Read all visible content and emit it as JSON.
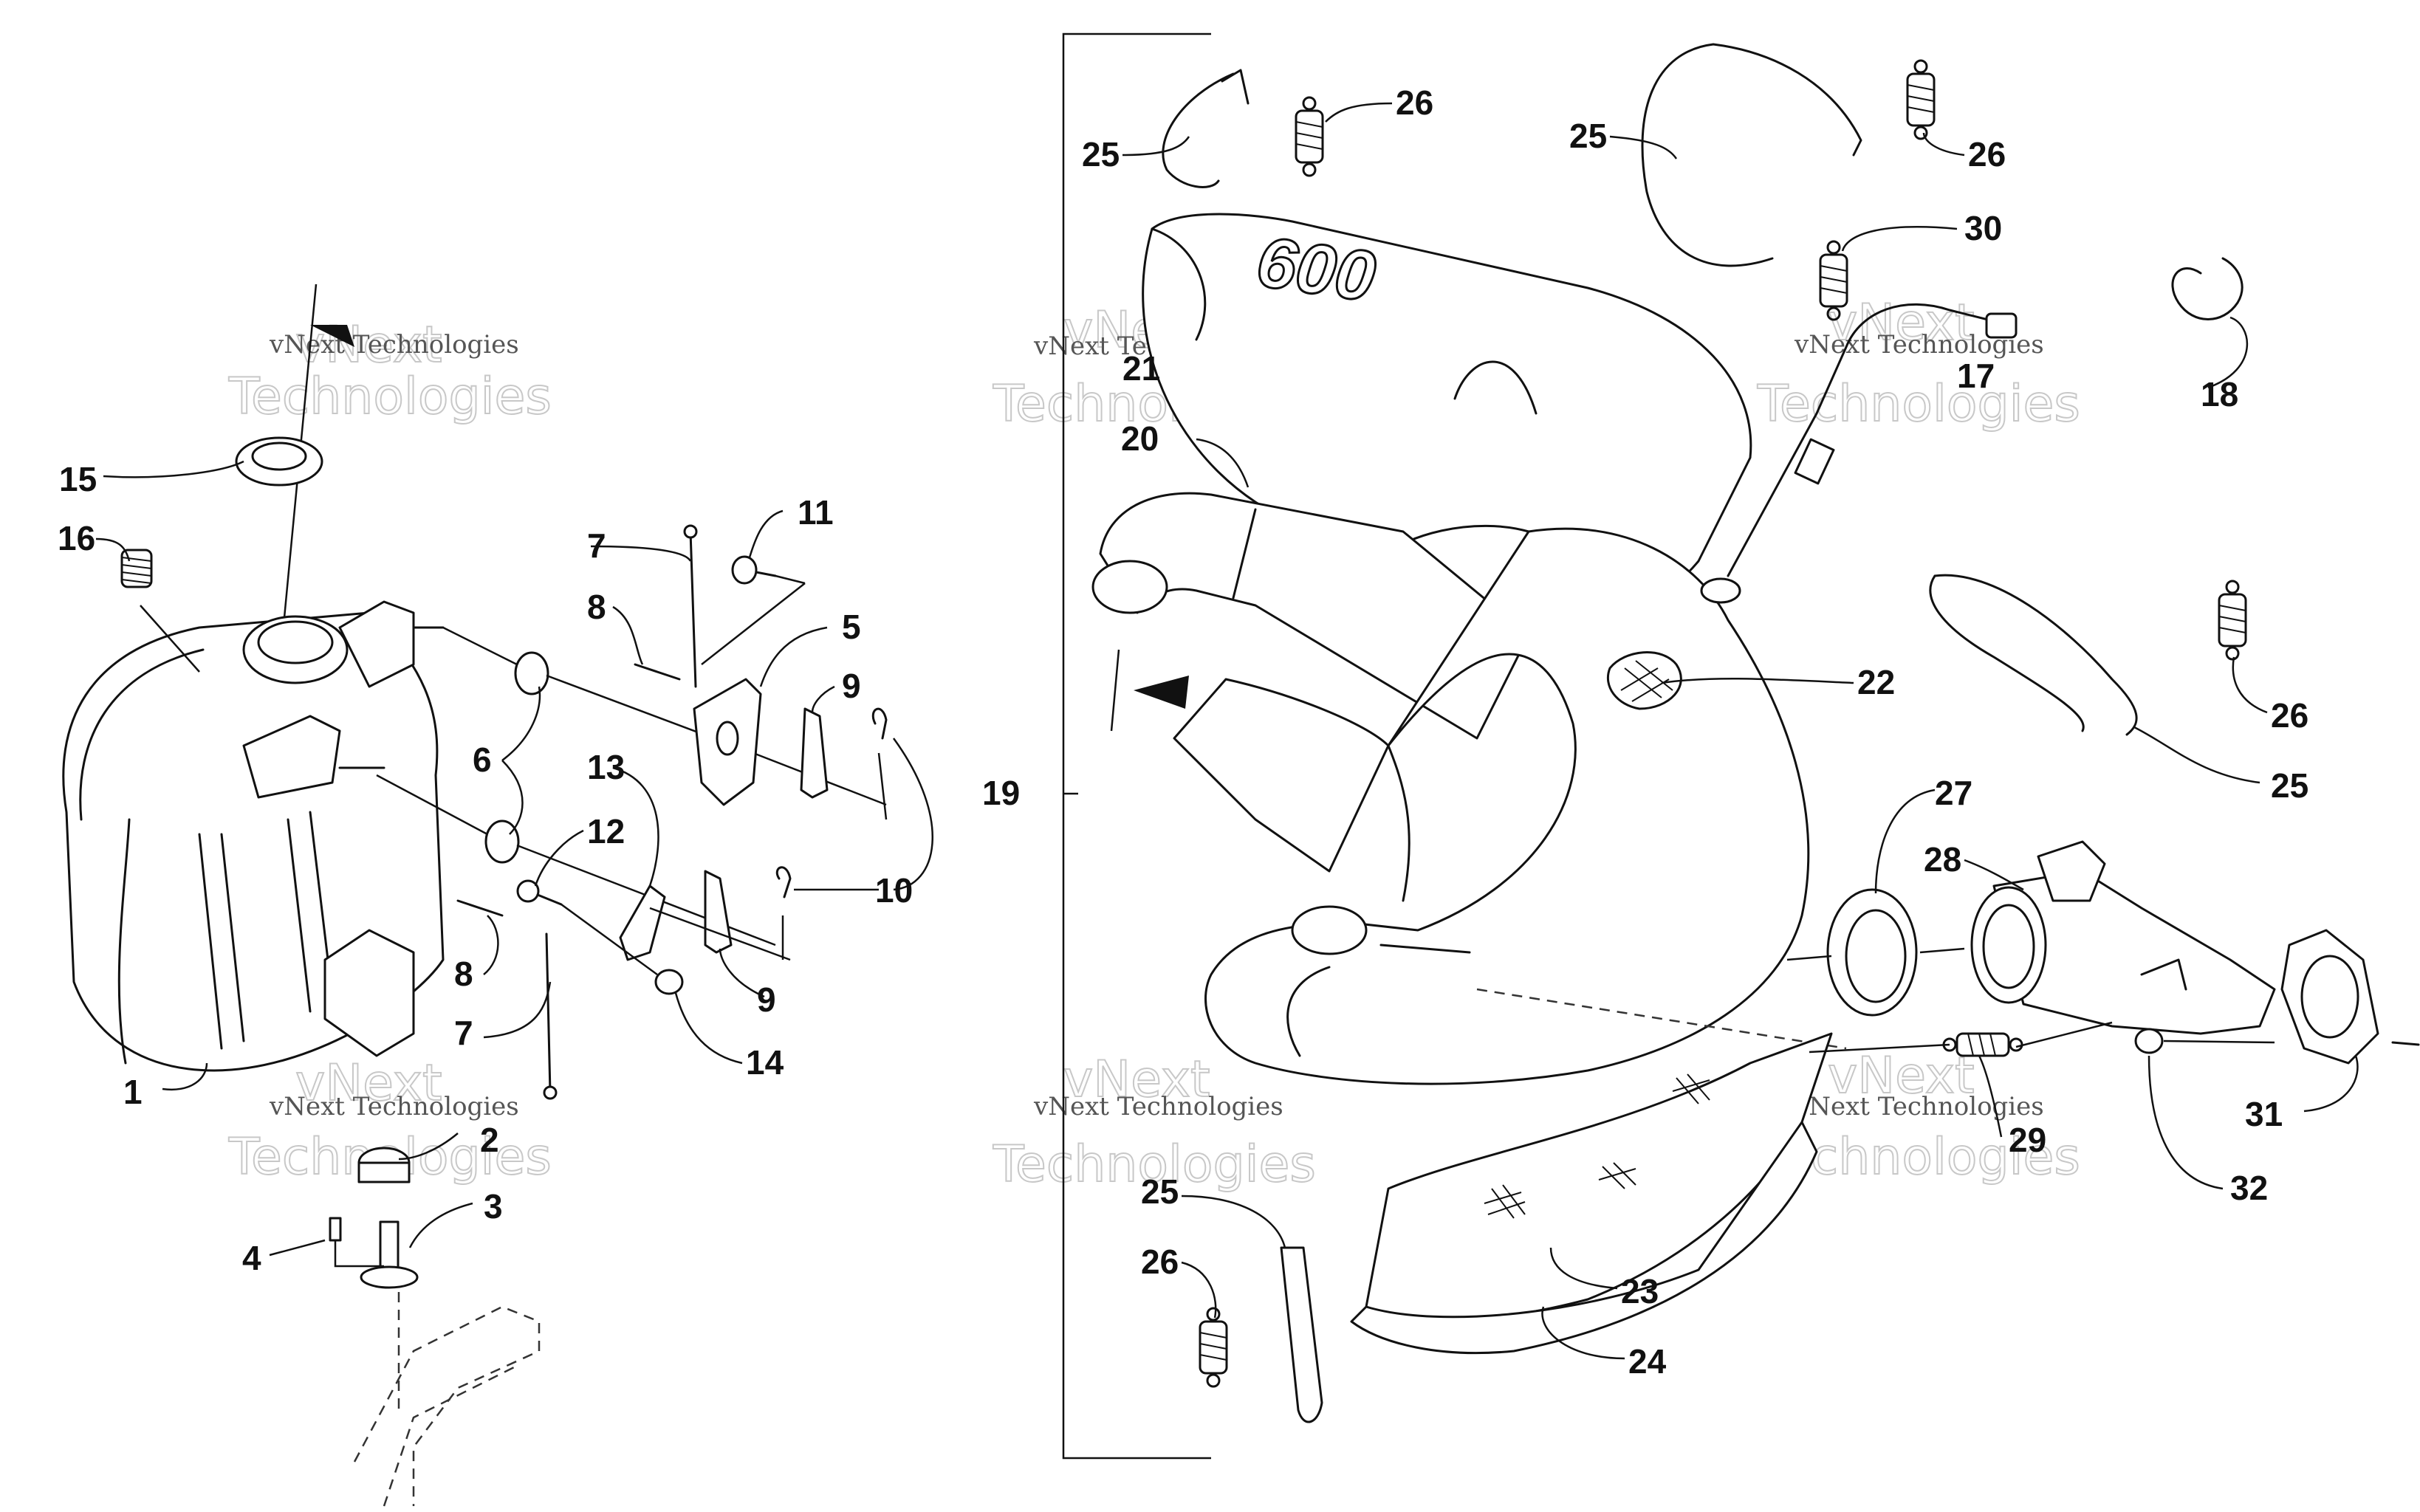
{
  "callouts": {
    "c1": "1",
    "c2": "2",
    "c3": "3",
    "c4": "4",
    "c5": "5",
    "c6": "6",
    "c7a": "7",
    "c7b": "7",
    "c8a": "8",
    "c8b": "8",
    "c9a": "9",
    "c9b": "9",
    "c10": "10",
    "c11": "11",
    "c12": "12",
    "c13": "13",
    "c14": "14",
    "c15": "15",
    "c16": "16",
    "c17": "17",
    "c18": "18",
    "c19": "19",
    "c20": "20",
    "c21": "21",
    "c22": "22",
    "c23": "23",
    "c24": "24",
    "c25a": "25",
    "c25b": "25",
    "c25c": "25",
    "c25d": "25",
    "c26a": "26",
    "c26b": "26",
    "c26c": "26",
    "c26d": "26",
    "c27": "27",
    "c28": "28",
    "c29": "29",
    "c30": "30",
    "c31": "31",
    "c32": "32"
  },
  "watermark": {
    "line1": "vNext Technologies",
    "line2": "Technologies",
    "line3": "vNext"
  },
  "muffler_badge": "600"
}
